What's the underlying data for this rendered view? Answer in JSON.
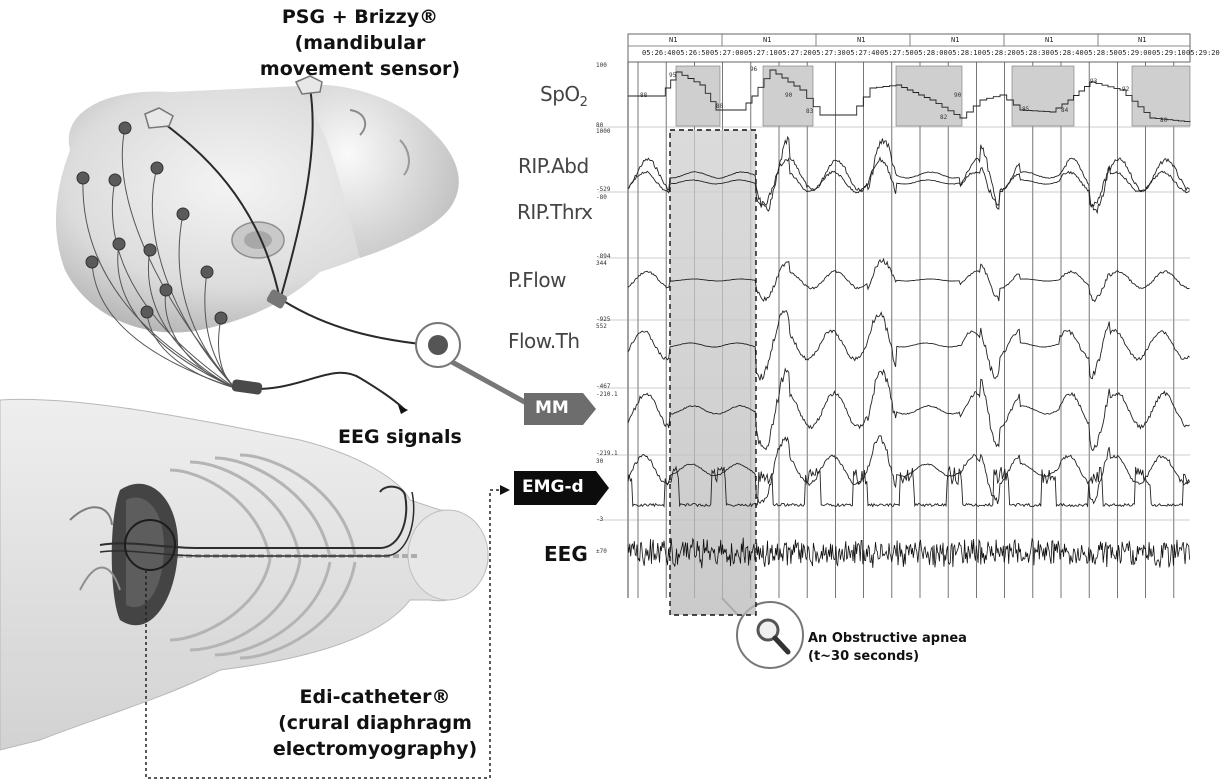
{
  "title": {
    "line1": "PSG + Brizzy®",
    "line2": "(mandibular movement sensor)"
  },
  "labels": {
    "eeg_signals": "EEG signals",
    "edi_line1": "Edi-catheter®",
    "edi_line2": "(crural diaphragm",
    "edi_line3": "electromyography)",
    "apnea_line1": "An Obstructive apnea",
    "apnea_line2": "(t~30 seconds)"
  },
  "tags": {
    "mm": "MM",
    "emgd": "EMG-d"
  },
  "channels": {
    "spo2": "SpO",
    "spo2_sub": "2",
    "rip_abd": "RIP.Abd",
    "rip_thrx": "RIP.Thrx",
    "pflow": "P.Flow",
    "flowth": "Flow.Th",
    "eeg": "EEG"
  },
  "stage_label": "N1",
  "stages": [
    "N1",
    "N1",
    "N1",
    "N1",
    "N1",
    "N1"
  ],
  "times": [
    "05:26:40",
    "05:26:50",
    "05:27:00",
    "05:27:10",
    "05:27:20",
    "05:27:30",
    "05:27:40",
    "05:27:50",
    "05:28:00",
    "05:28:10",
    "05:28:20",
    "05:28:30",
    "05:28:40",
    "05:28:50",
    "05:29:00",
    "05:29:10",
    "05:29:20"
  ],
  "scale_ticks": [
    "100",
    "80",
    "1000",
    "-529",
    "-80",
    "-894",
    "344",
    "-925",
    "552",
    "-467",
    "-210.1",
    "-219.1",
    "30",
    "-3",
    "±70"
  ],
  "spo2_values": [
    "88",
    "95",
    "80",
    "96",
    "90",
    "83",
    "82",
    "90",
    "85",
    "84",
    "93",
    "92",
    "80"
  ],
  "colors": {
    "trace": "#222222",
    "shade": "#cfcfcf",
    "tag_mm": "#6d6d6d",
    "tag_emgd": "#0c0c0c"
  }
}
